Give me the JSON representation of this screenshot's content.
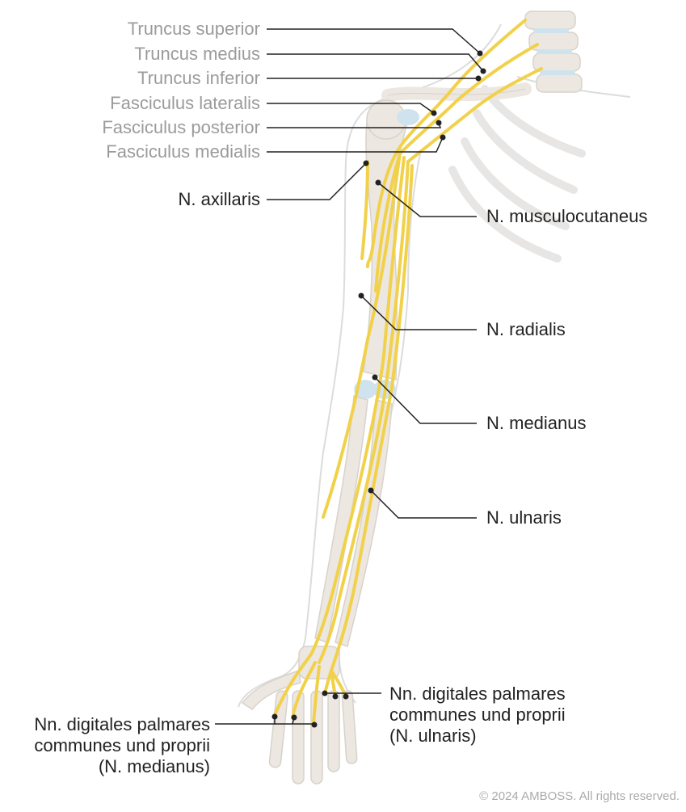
{
  "labels": {
    "truncus_superior": "Truncus superior",
    "truncus_medius": "Truncus medius",
    "truncus_inferior": "Truncus inferior",
    "fasciculus_lateralis": "Fasciculus lateralis",
    "fasciculus_posterior": "Fasciculus posterior",
    "fasciculus_medialis": "Fasciculus medialis",
    "n_axillaris": "N. axillaris",
    "n_musculocutaneus": "N. musculocutaneus",
    "n_radialis": "N. radialis",
    "n_medianus": "N. medianus",
    "n_ulnaris": "N. ulnaris",
    "digitales_ulnaris": {
      "line1": "Nn. digitales palmares",
      "line2": "communes und proprii",
      "line3": "(N. ulnaris)"
    },
    "digitales_medianus": {
      "line1": "Nn. digitales palmares",
      "line2": "communes und proprii",
      "line3": "(N. medianus)"
    }
  },
  "copyright": "© 2024 AMBOSS. All rights reserved.",
  "colors": {
    "nerve": "#f2d14a",
    "nerve_outline": "#d9b52c",
    "bone": "#ece7e1",
    "bone_outline": "#d8d2cb",
    "skin_outline": "#dcdcdc",
    "cartilage": "#cfe3ee",
    "leader": "#222222"
  }
}
